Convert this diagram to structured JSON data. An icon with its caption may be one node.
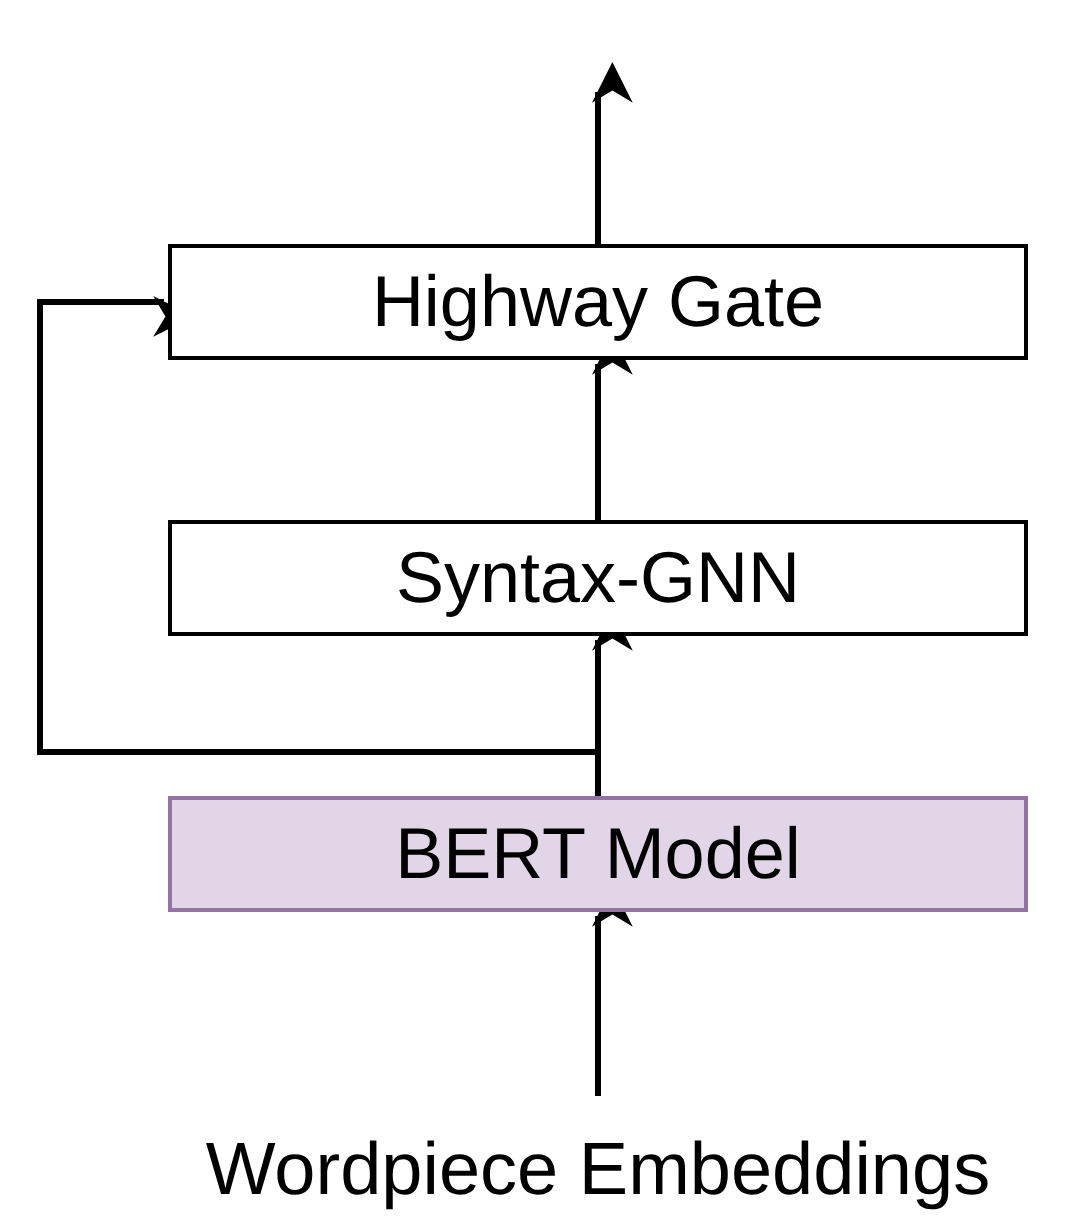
{
  "diagram": {
    "nodes": [
      {
        "text": [
          "Highway Gate"
        ]
      },
      {
        "text": [
          "Syntax-GNN"
        ]
      },
      {
        "text": [
          "BERT Model"
        ]
      },
      {
        "text": [
          "Wordpiece Embeddings"
        ]
      }
    ],
    "edges": [
      {
        "from": 3,
        "to": 2,
        "arrow": "to"
      },
      {
        "from": 2,
        "to": 1,
        "arrow": "to"
      },
      {
        "from": 1,
        "to": 0,
        "arrow": "to"
      },
      {
        "from": 0,
        "to": null,
        "arrow": "to"
      },
      {
        "from": 2,
        "to": 0,
        "arrow": "to"
      }
    ]
  }
}
